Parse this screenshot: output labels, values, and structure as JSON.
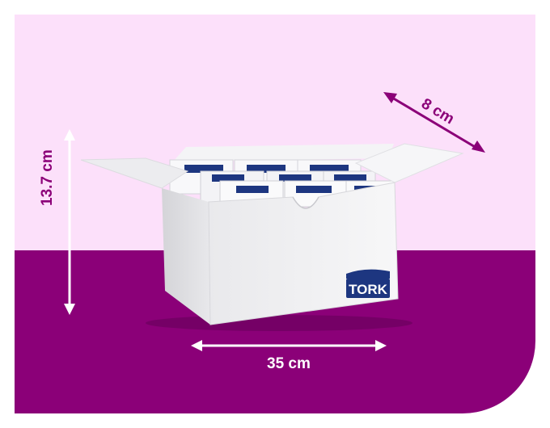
{
  "dimensions": {
    "width": "35 cm",
    "height": "13.7 cm",
    "depth": "8 cm"
  },
  "brand": {
    "name": "TORK",
    "navy": "#1d3680"
  },
  "colors": {
    "background_light": "#fce0fa",
    "background_dark": "#8b0078",
    "arrow_light": "#ffffff",
    "arrow_dark": "#8b0078"
  },
  "icons": [
    "double-arrow-icon",
    "tork-logo-icon"
  ]
}
